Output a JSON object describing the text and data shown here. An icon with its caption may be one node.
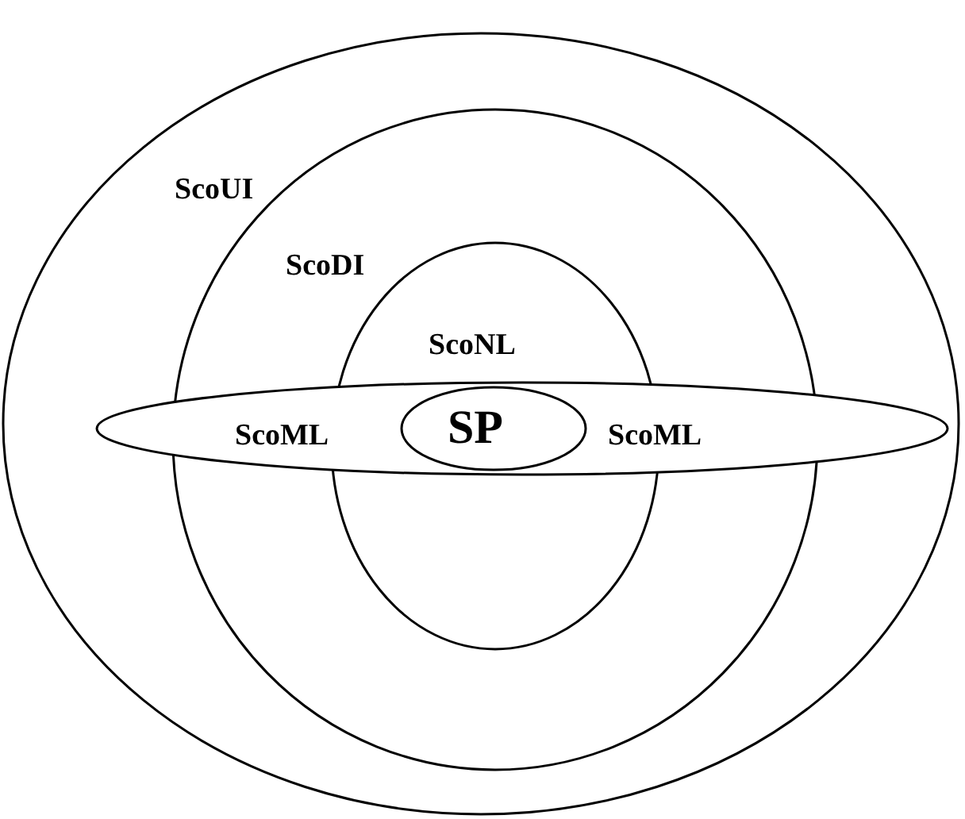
{
  "diagram": {
    "nodes": [
      {
        "text": [
          "ScoUI"
        ]
      },
      {
        "text": [
          "ScoDI"
        ],
        "in": 0
      },
      {
        "text": [
          "ScoNL"
        ],
        "in": 1
      },
      {
        "text": [
          "ScoML",
          "ScoML"
        ],
        "in": 0
      },
      {
        "text": [
          "SP"
        ]
      }
    ]
  }
}
